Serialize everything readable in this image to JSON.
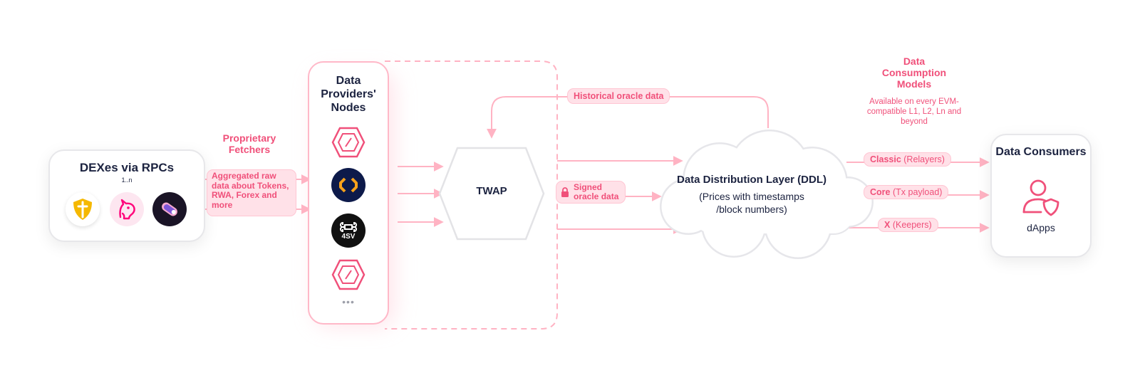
{
  "dexes": {
    "title": "DEXes via RPCs",
    "subtitle": "1..n"
  },
  "fetchers": {
    "title": "Proprietary Fetchers",
    "pill_text": "Aggregated raw data about Tokens, RWA, Forex and more"
  },
  "providers": {
    "title": "Data Providers' Nodes",
    "logo_4sv_text": "4SV",
    "more": "•••"
  },
  "twap": {
    "label": "TWAP"
  },
  "historical": {
    "label": "Historical oracle data"
  },
  "signed": {
    "label": "Signed oracle data"
  },
  "ddl": {
    "title": "Data Distribution Layer (DDL)",
    "subtitle_line1": "(Prices with timestamps",
    "subtitle_line2": "/block numbers)"
  },
  "consumption": {
    "title": "Data Consumption Models",
    "note": "Available on every EVM-compatible L1, L2, Ln and beyond",
    "models": [
      {
        "name": "Classic",
        "detail": "(Relayers)"
      },
      {
        "name": "Core",
        "detail": "(Tx payload)"
      },
      {
        "name": "X",
        "detail": "(Keepers)"
      }
    ]
  },
  "consumers": {
    "title": "Data Consumers",
    "label": "dApps"
  },
  "colors": {
    "accent": "#f0507a",
    "pill_bg": "#ffe1e8",
    "line": "#ffb3c3",
    "navy": "#1c2340"
  }
}
